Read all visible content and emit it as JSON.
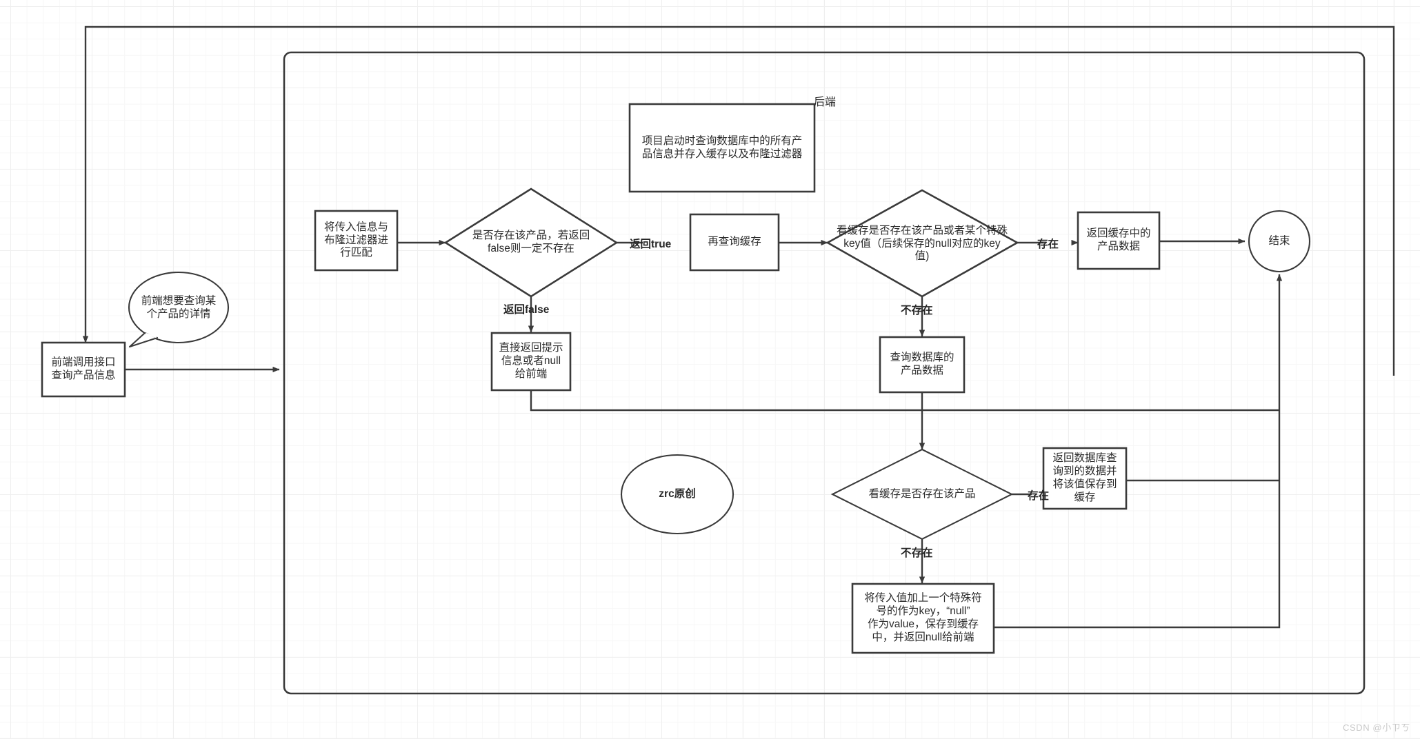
{
  "diagram": {
    "title_swimlane": "后端",
    "watermark": "CSDN @小ㄗㄎ",
    "nodes": {
      "frontend_call": "前端调用接口\n查询产品信息",
      "callout_bubble": "前端想要查询某\n个产品的详情",
      "startup_note": "项目启动时查询数据库中的所有产\n品信息并存入缓存以及布隆过滤器",
      "bloom_match": "将传入信息与\n布隆过滤器进\n行匹配",
      "bloom_decision": "是否存在该产品，若返回\nfalse则一定不存在",
      "return_null_front": "直接返回提示\n信息或者null\n给前端",
      "query_cache": "再查询缓存",
      "cache_decision": "看缓存是否存在该产品或者某个特殊\nkey值（后续保存的null对应的key\n值)",
      "return_cache_data": "返回缓存中的\n产品数据",
      "end_node": "结束",
      "query_db": "查询数据库的\n产品数据",
      "cache_exist_decision": "看缓存是否存在该产品",
      "return_db_save_cache": "返回数据库查\n询到的数据并\n将该值保存到\n缓存",
      "special_key_null": "将传入值加上一个特殊符\n号的作为key，“null”\n作为value，保存到缓存\n中，并返回null给前端",
      "signature_circle": "zrc原创"
    },
    "edge_labels": {
      "return_true": "返回true",
      "return_false": "返回false",
      "exists_cache": "存在",
      "not_exists_cache": "不存在",
      "exists_db": "存在",
      "not_exists_db": "不存在"
    },
    "colors": {
      "stroke": "#3a3a3a",
      "fill": "#ffffff",
      "grid_minor": "#f7f7f7",
      "grid_major": "#efefef",
      "text": "#2b2b2b",
      "watermark": "#c9c9c9"
    }
  }
}
